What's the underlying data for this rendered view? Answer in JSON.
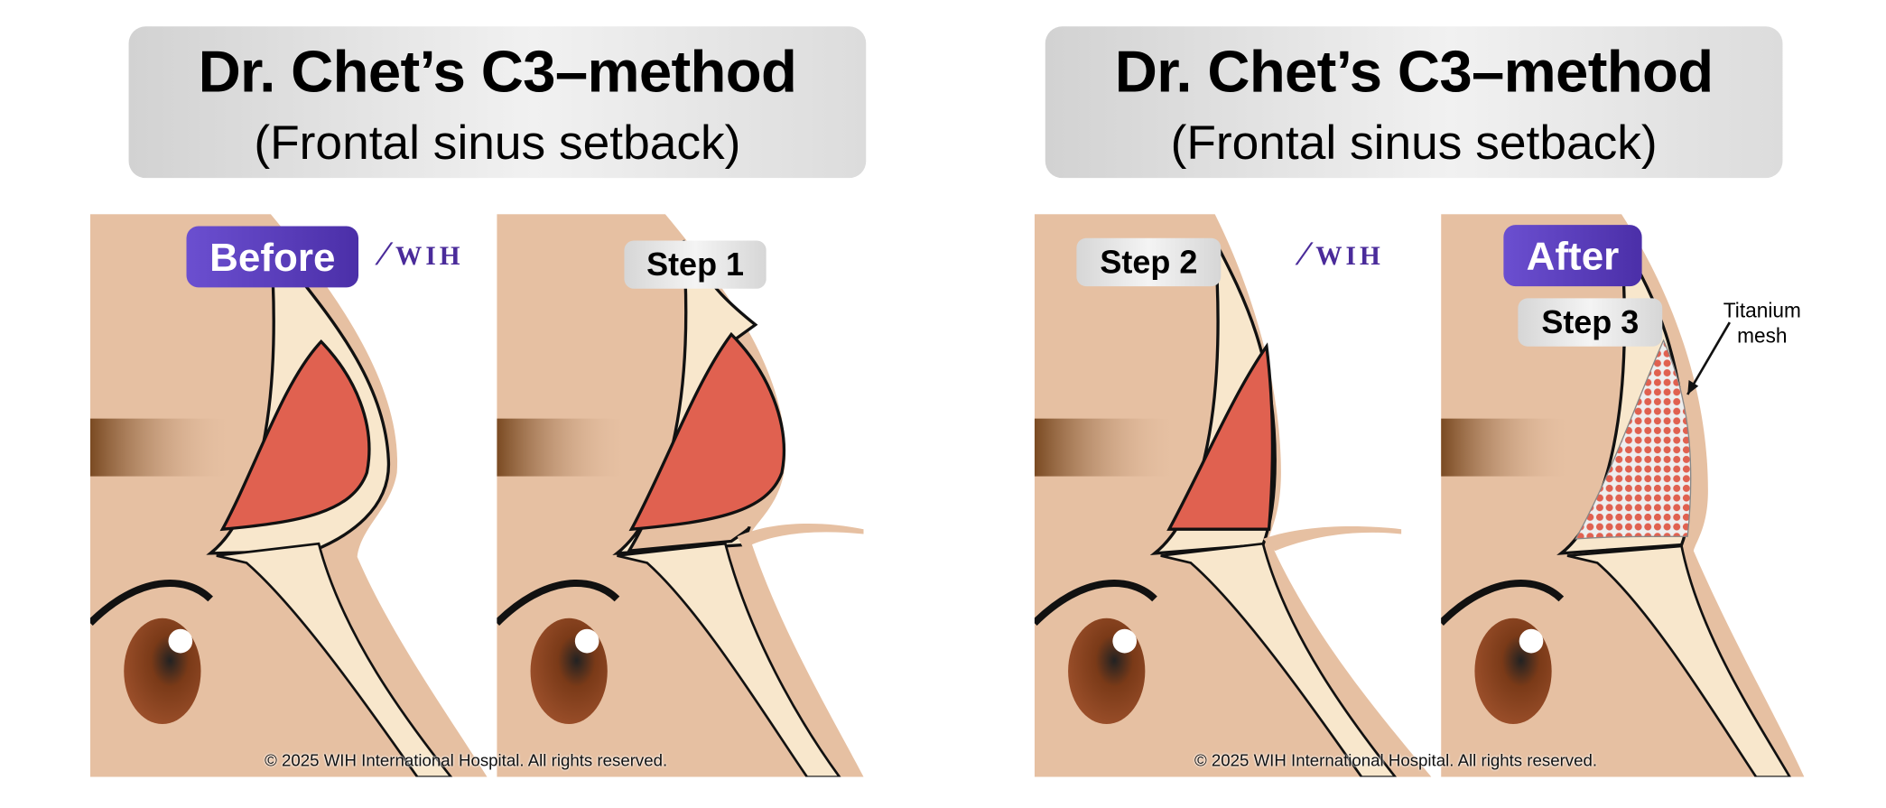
{
  "left": {
    "title": "Dr. Chet’s C3–method",
    "subtitle": "(Frontal sinus setback)",
    "panels": [
      {
        "badge": "Before",
        "logo": "WIH"
      },
      {
        "badge": "Step 1"
      }
    ],
    "copyright": "© 2025 WIH International Hospital. All rights reserved."
  },
  "right": {
    "title": "Dr. Chet’s C3–method",
    "subtitle": "(Frontal sinus setback)",
    "panels": [
      {
        "badge": "Step 2",
        "logo": "WIH"
      },
      {
        "badge": "After",
        "sub_badge": "Step 3",
        "annotation_line1": "Titanium",
        "annotation_line2": "mesh"
      }
    ],
    "copyright": "© 2025 WIH International Hospital. All rights reserved."
  },
  "colors": {
    "skin": "#e6c0a2",
    "bone": "#f8e7cc",
    "sinus": "#e06150",
    "badge_purple": "#5a3cc0"
  }
}
